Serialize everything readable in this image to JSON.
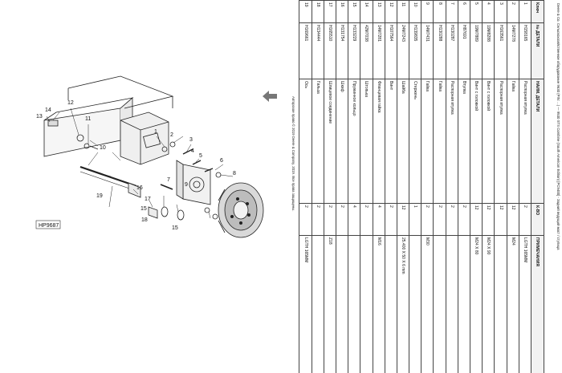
{
  "diagram": {
    "figure_ref": "HP9687",
    "callouts": [
      "1",
      "2",
      "3",
      "4",
      "5",
      "6",
      "7",
      "8",
      "9",
      "10",
      "11",
      "12",
      "13",
      "14",
      "15",
      "15",
      "16",
      "17",
      "18",
      "19"
    ]
  },
  "sheet": {
    "header_line": "Deere & Co. Сельскохозяйственное оборудование 9630 (PIN: ...) — 9530 STS Combine (South American Edition) [PC9400] - Задний ведущий мост / ступица",
    "footer_line": "Авторское право © 2019 Deere & Company, 2019. Все права защищены.",
    "columns": [
      "Ключ",
      "№ ДЕТАЛИ",
      "НАИМ. ДЕТАЛИ",
      "К-ВО",
      "ПРИМЕЧАНИЯ"
    ],
    "rows": [
      {
        "key": "1",
        "part": "H158165",
        "name": "Распорная втулка",
        "qty": "2",
        "note": "LGTH 165MM"
      },
      {
        "key": "2",
        "part": "14M7278",
        "name": "Гайка",
        "qty": "12",
        "note": "M24"
      },
      {
        "key": "3",
        "part": "H163561",
        "name": "Распорная втулка",
        "qty": "12",
        "note": ""
      },
      {
        "key": "4",
        "part": "19M8288",
        "name": "Винт с головкой",
        "qty": "12",
        "note": "M24 X 90"
      },
      {
        "key": "5",
        "part": "19M7889",
        "name": "Винт с головкой",
        "qty": "12",
        "note": "M24 X 80"
      },
      {
        "key": "6",
        "part": "H87691",
        "name": "Втулка",
        "qty": "2",
        "note": ""
      },
      {
        "key": "7",
        "part": "H130287",
        "name": "Распорная втулка",
        "qty": "2",
        "note": ""
      },
      {
        "key": "8",
        "part": "H130288",
        "name": "Гайка",
        "qty": "2",
        "note": ""
      },
      {
        "key": "9",
        "part": "14M7431",
        "name": "Гайка",
        "qty": "2",
        "note": "M30"
      },
      {
        "key": "10",
        "part": "H139835",
        "name": "Стержень",
        "qty": "1",
        "note": ""
      },
      {
        "key": "11",
        "part": "24M7243",
        "name": "Шайба",
        "qty": "12",
        "note": "25.400 X 50 X 6 mm"
      },
      {
        "key": "12",
        "part": "H107564",
        "name": "Винт",
        "qty": "2",
        "note": ""
      },
      {
        "key": "13",
        "part": "14M7281",
        "name": "Фланцевая гайка",
        "qty": "4",
        "note": "M16"
      },
      {
        "key": "14",
        "part": "42M7038",
        "name": "Штопька",
        "qty": "2",
        "note": ""
      },
      {
        "key": "15",
        "part": "H133229",
        "name": "Пружинное кольцо",
        "qty": "4",
        "note": ""
      },
      {
        "key": "16",
        "part": "H131754",
        "name": "Шкиф",
        "qty": "2",
        "note": ""
      },
      {
        "key": "17",
        "part": "H165510",
        "name": "Шлицевое соединение",
        "qty": "2",
        "note": "Z18"
      },
      {
        "key": "18",
        "part": "H134444",
        "name": "Гильза",
        "qty": "2",
        "note": ""
      },
      {
        "key": "19",
        "part": "H169661",
        "name": "Ось",
        "qty": "2",
        "note": "LGTH 165MM"
      }
    ]
  }
}
